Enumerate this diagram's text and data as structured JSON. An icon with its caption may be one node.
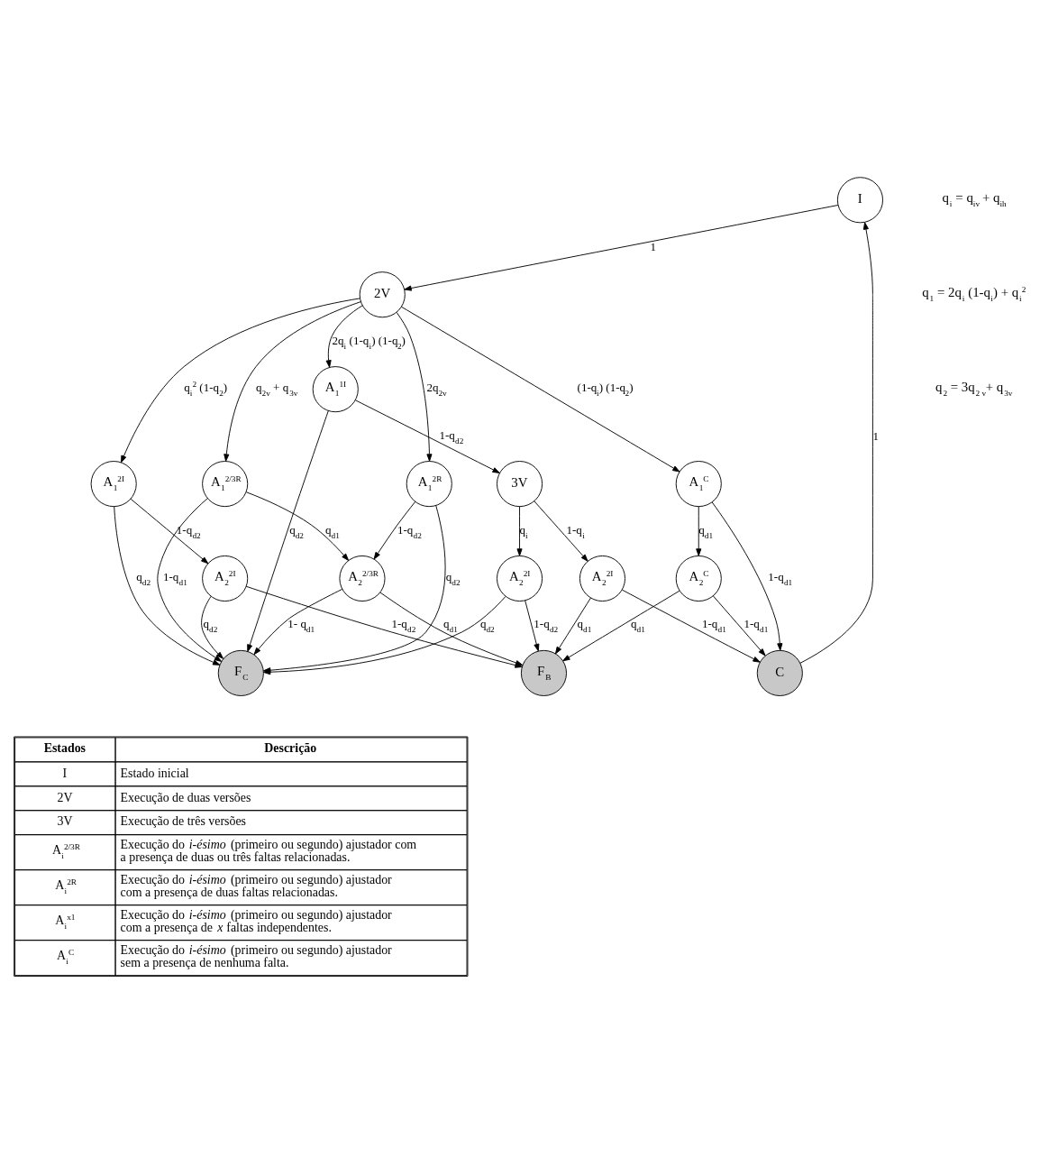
{
  "diagram": {
    "nodes": [
      {
        "text": [
          "I"
        ]
      },
      {
        "text": [
          "2V"
        ]
      },
      {
        "text": [
          "A$_{1}$$^{C}$"
        ]
      },
      {
        "text": [
          "C"
        ]
      },
      {
        "text": [
          "A$_{2}$$^{C}$"
        ]
      },
      {
        "text": [
          "A$_{1}$$^{1I}$"
        ]
      },
      {
        "text": [
          "3V"
        ]
      },
      {
        "text": [
          "A$_{2}$$^{2I}$"
        ]
      },
      {
        "text": [
          "A$_{2}$$^{2I}$"
        ]
      },
      {
        "text": [
          "A$_{1}$$^{2I}$"
        ]
      },
      {
        "text": [
          "A$_{2}$$^{2I}$"
        ]
      },
      {
        "text": [
          "A$_{1}$$^{2R}$"
        ]
      },
      {
        "text": [
          "A$_{1}$$^{2/3R}$"
        ]
      },
      {
        "text": [
          "A$_{2}$$^{2/3R}$"
        ]
      },
      {
        "text": [
          "F$_{B}$"
        ]
      },
      {
        "text": [
          "F$_{C}$"
        ]
      }
    ],
    "edges": [
      {
        "from": 3,
        "to": 0,
        "arrow": "to",
        "label": "1"
      },
      {
        "from": 0,
        "to": 1,
        "arrow": "to",
        "label": "1"
      },
      {
        "from": 1,
        "to": 2,
        "arrow": "to",
        "label": "(1-q$_{i}$) (1-q$_{2}$)"
      },
      {
        "from": 1,
        "to": 5,
        "arrow": "to",
        "label": "2q$_{i}$ (1-q$_{i}$) (1-q$_{2}$)"
      },
      {
        "from": 1,
        "to": 9,
        "arrow": "to",
        "label": "q$_{i}$$^{2}$ (1-q$_{2}$)"
      },
      {
        "from": 1,
        "to": 11,
        "arrow": "to",
        "label": "2q$_{2v}$"
      },
      {
        "from": 1,
        "to": 12,
        "arrow": "to",
        "label": "q$_{2v}$ + q$_{3v}$"
      },
      {
        "from": 2,
        "to": 3,
        "arrow": "to",
        "label": "1-q$_{d1}$"
      },
      {
        "from": 2,
        "to": 4,
        "arrow": "to",
        "label": "q$_{d1}$"
      },
      {
        "from": 4,
        "to": 3,
        "arrow": "to",
        "label": "1-q$_{d1}$"
      },
      {
        "from": 4,
        "to": 14,
        "arrow": "to",
        "label": "q$_{d1}$"
      },
      {
        "from": 5,
        "to": 6,
        "arrow": "to",
        "label": "1-q$_{d2}$"
      },
      {
        "from": 5,
        "to": 15,
        "arrow": "to",
        "label": "q$_{d2}$"
      },
      {
        "from": 6,
        "to": 7,
        "arrow": "to",
        "label": "q$_{i}$"
      },
      {
        "from": 6,
        "to": 8,
        "arrow": "to",
        "label": "1-q$_{i}$"
      },
      {
        "from": 7,
        "to": 14,
        "arrow": "to",
        "label": "1-q$_{d2}$"
      },
      {
        "from": 7,
        "to": 15,
        "arrow": "to",
        "label": "q$_{d2}$"
      },
      {
        "from": 8,
        "to": 14,
        "arrow": "to",
        "label": "q$_{d1}$"
      },
      {
        "from": 8,
        "to": 3,
        "arrow": "to",
        "label": "1-q$_{d1}$"
      },
      {
        "from": 9,
        "to": 10,
        "arrow": "to",
        "label": "1-q$_{d2}$"
      },
      {
        "from": 9,
        "to": 15,
        "arrow": "to",
        "label": "q$_{d2}$"
      },
      {
        "from": 10,
        "to": 14,
        "arrow": "to",
        "label": "1-q$_{d2}$"
      },
      {
        "from": 10,
        "to": 15,
        "arrow": "to",
        "label": "q$_{d2}$"
      },
      {
        "from": 11,
        "to": 15,
        "arrow": "to",
        "label": "q$_{d2}$"
      },
      {
        "from": 11,
        "to": 13,
        "arrow": "to",
        "label": "1-q$_{d2}$"
      },
      {
        "from": 12,
        "to": 13,
        "arrow": "to",
        "label": "q$_{d1}$"
      },
      {
        "from": 12,
        "to": 15,
        "arrow": "to",
        "label": "1-q$_{d1}$"
      },
      {
        "from": 13,
        "to": 14,
        "arrow": "to",
        "label": "q$_{d1}$"
      },
      {
        "from": 13,
        "to": 15,
        "arrow": "to",
        "label": "1- q$_{d1}$"
      }
    ],
    "labels": [
      "q$_{i}$ = q$_{iv}$ + q$_{ih}$",
      "q$_{1}$ = 2q$_{i}$ (1-q$_{i}$) + q$_{i}$$^{2}$",
      "q$_{2}$ = 3q$_{2 v}$+ q$_{3v}$",
      "Estados",
      "Descrição",
      "I",
      "Estado inicial",
      "2V",
      "Execução de duas versões",
      "3V",
      "Execução de três versões",
      "A$_{i}$$^{2/3R}$",
      "Execução do *i-ésimo* (primeiro ou segundo) ajustador com a presença de duas ou três faltas relacionadas.",
      "A$_{i}$$^{2R}$",
      "Execução do *i-ésimo* (primeiro ou segundo) ajustador com a presença de duas faltas relacionadas.",
      "A$_{i}$$^{x1}$",
      "Execução do *i-ésimo* (primeiro ou segundo) ajustador com a presença de *x* faltas independentes.",
      "A$_{i}$$^{C}$",
      "Execução do *i-ésimo* (primeiro ou segundo) ajustador sem a presença de nenhuma falta."
    ]
  }
}
